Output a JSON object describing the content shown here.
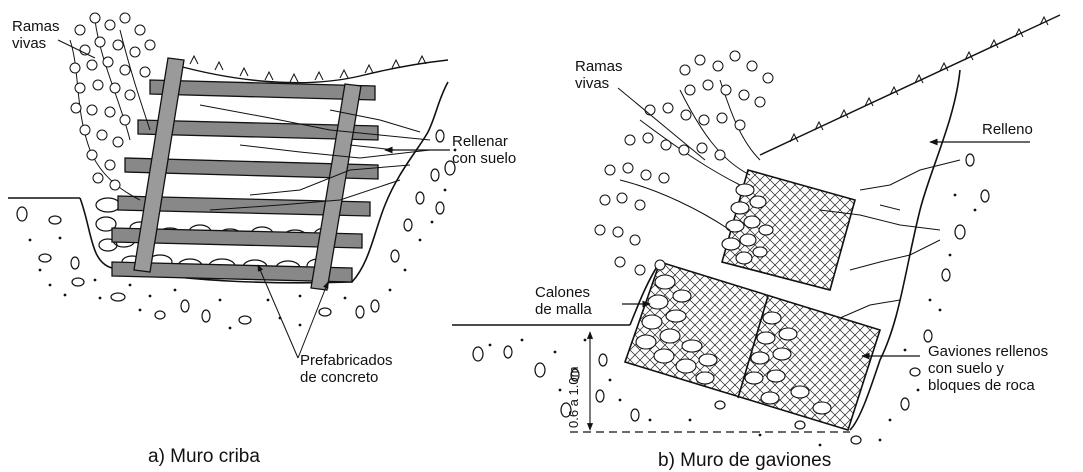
{
  "left_panel": {
    "caption": "a) Muro criba",
    "labels": {
      "ramas_line1": "Ramas",
      "ramas_line2": "vivas",
      "rellenar_line1": "Rellenar",
      "rellenar_line2": "con suelo",
      "prefab_line1": "Prefabricados",
      "prefab_line2": "de concreto"
    }
  },
  "right_panel": {
    "caption": "b) Muro de gaviones",
    "labels": {
      "ramas_line1": "Ramas",
      "ramas_line2": "vivas",
      "relleno": "Relleno",
      "calones_line1": "Calones",
      "calones_line2": "de malla",
      "gaviones_line1": "Gaviones rellenos",
      "gaviones_line2": "con suelo y",
      "gaviones_line3": "bloques de roca",
      "height_dim": "0.6 a 1.0m"
    }
  }
}
